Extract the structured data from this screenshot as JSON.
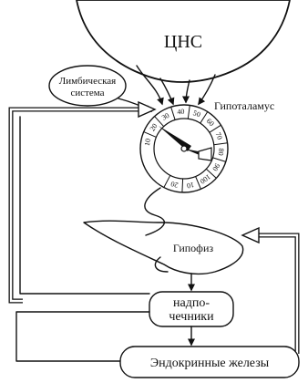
{
  "labels": {
    "cns": "ЦНС",
    "limbic_line1": "Лимбическая",
    "limbic_line2": "система",
    "hypothalamus": "Гипоталамус",
    "pituitary": "Гипофиз",
    "adrenal_line1": "надпо-",
    "adrenal_line2": "чечники",
    "endocrine": "Эндокринные железы"
  },
  "dial": {
    "ticks": [
      "10",
      "20",
      "30",
      "40",
      "50",
      "60",
      "70",
      "80",
      "90",
      "100",
      "10",
      "20"
    ]
  }
}
